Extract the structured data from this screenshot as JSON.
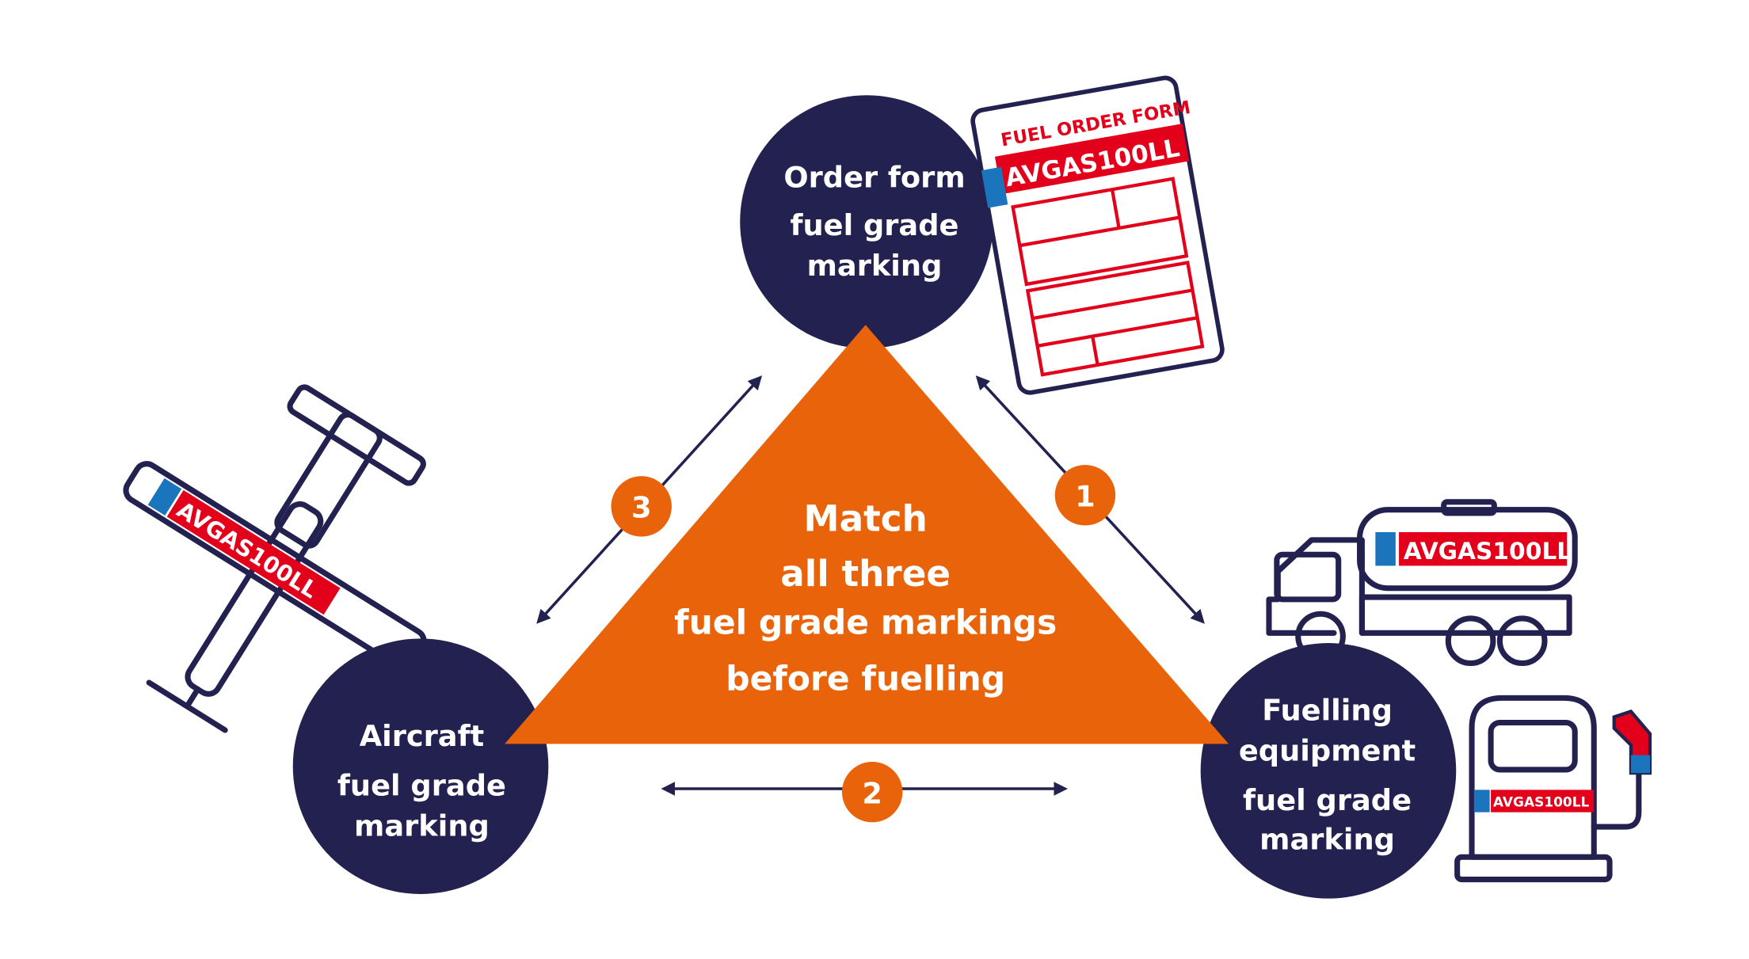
{
  "colors": {
    "navy": "#23214f",
    "orange": "#e8630a",
    "red": "#e2001a",
    "blue": "#1b75bc"
  },
  "center": {
    "lines": [
      "Match",
      "all three",
      "fuel grade markings",
      "before fuelling"
    ]
  },
  "nodes": {
    "order_form": {
      "lines": [
        "Order form",
        "fuel grade",
        "marking"
      ]
    },
    "aircraft": {
      "lines": [
        "Aircraft",
        "fuel grade",
        "marking"
      ]
    },
    "fuelling": {
      "lines": [
        "Fuelling",
        "equipment",
        "fuel grade",
        "marking"
      ]
    }
  },
  "steps": {
    "one": "1",
    "two": "2",
    "three": "3"
  },
  "form": {
    "title": "FUEL ORDER FORM",
    "grade": "AVGAS100LL"
  },
  "truck": {
    "grade": "AVGAS100LL"
  },
  "pump": {
    "grade": "AVGAS100LL"
  },
  "plane": {
    "grade": "AVGAS100LL"
  }
}
